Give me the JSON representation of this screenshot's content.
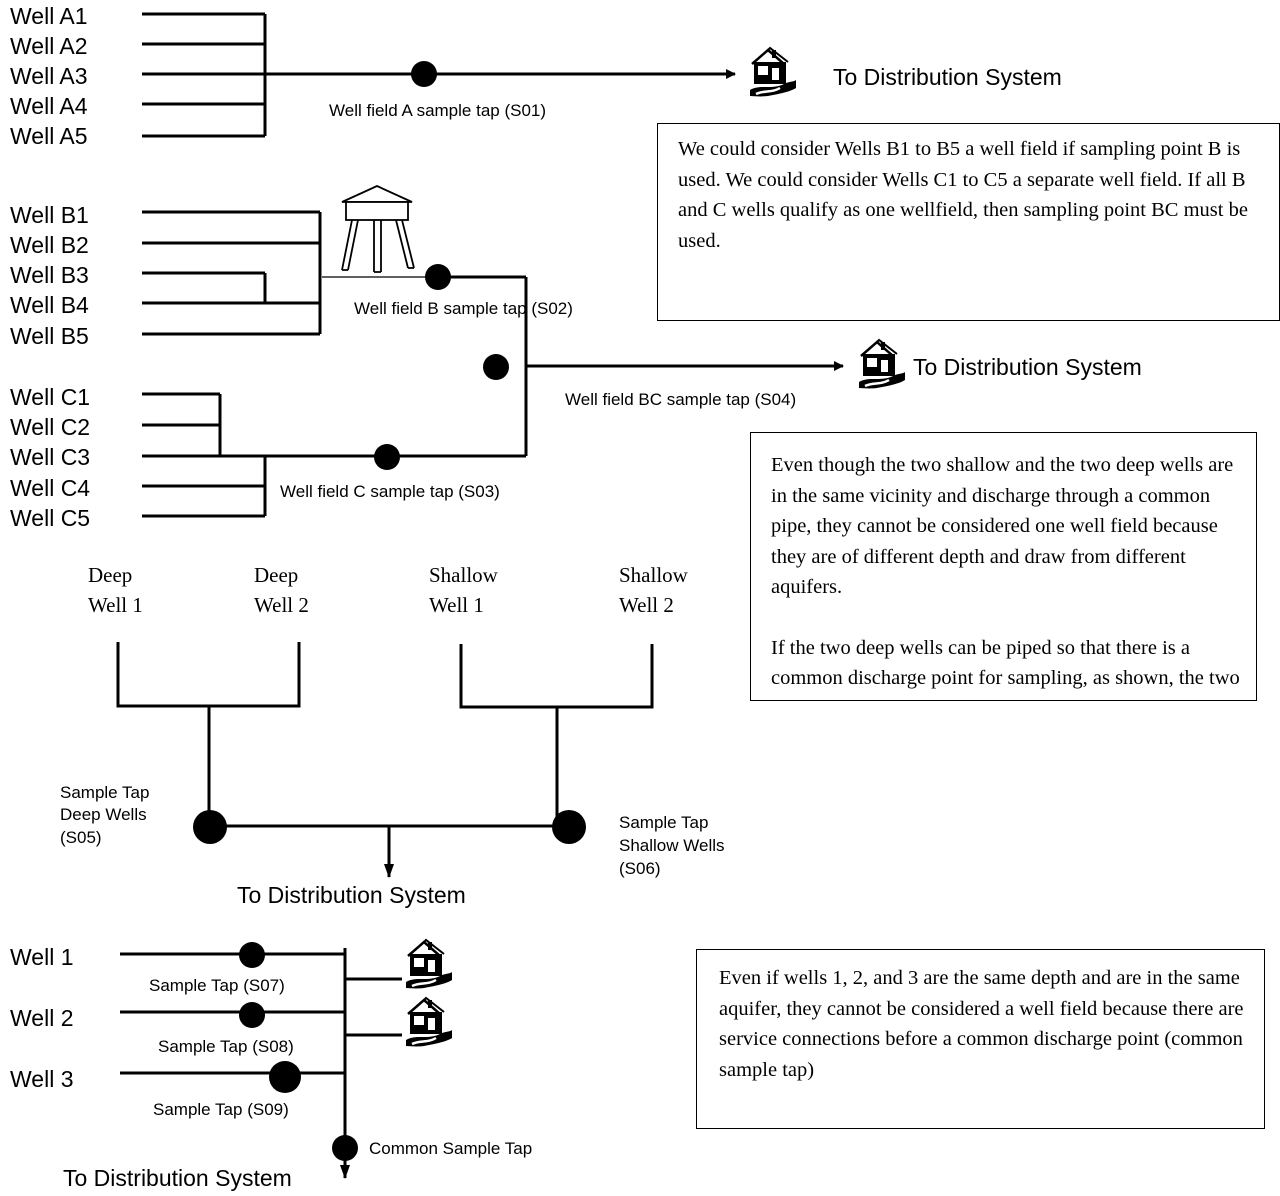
{
  "section_a": {
    "wells": [
      "Well A1",
      "Well A2",
      "Well A3",
      "Well A4",
      "Well A5"
    ],
    "tap_label": "Well field A sample tap (S01)",
    "destination": "To Distribution System"
  },
  "section_bc": {
    "wells_b": [
      "Well B1",
      "Well B2",
      "Well B3",
      "Well B4",
      "Well B5"
    ],
    "wells_c": [
      "Well C1",
      "Well C2",
      "Well C3",
      "Well C4",
      "Well C5"
    ],
    "tap_b_label": "Well field B sample tap (S02)",
    "tap_c_label": "Well field C sample tap (S03)",
    "tap_bc_label": "Well field BC sample tap (S04)",
    "destination": "To Distribution System",
    "note": "We could consider Wells B1 to B5 a well field if sampling point B is used. We could consider Wells C1 to C5 a separate well field. If all B and C wells qualify as one wellfield, then sampling point BC must be used."
  },
  "section_depth": {
    "deep_well_1": [
      "Deep",
      "Well 1"
    ],
    "deep_well_2": [
      "Deep",
      "Well 2"
    ],
    "shallow_well_1": [
      "Shallow",
      "Well 1"
    ],
    "shallow_well_2": [
      "Shallow",
      "Well 2"
    ],
    "tap_deep_label": [
      "Sample Tap",
      "Deep Wells",
      "(S05)"
    ],
    "tap_shallow_label": [
      "Sample Tap",
      "Shallow Wells",
      "(S06)"
    ],
    "destination": "To Distribution System",
    "note_p1": "Even though the two shallow and the two deep wells are in the same vicinity and discharge through a common pipe, they cannot be considered one well field because they are of different depth and draw from different aquifers.",
    "note_p2": "If the two deep wells can be piped so that there is a common discharge point for sampling, as shown, the two deep wells could be considered a well field. The same rule would apply to the two shallow wells."
  },
  "section_service": {
    "wells": [
      "Well 1",
      "Well 2",
      "Well 3"
    ],
    "tap_labels": [
      "Sample Tap (S07)",
      "Sample Tap (S08)",
      "Sample Tap (S09)"
    ],
    "common_tap_label": "Common Sample Tap",
    "destination": "To Distribution System",
    "note": "Even if wells 1, 2, and 3 are the same depth and are in the same aquifer, they cannot be considered a well field because there are service connections before a common discharge point (common sample tap)"
  },
  "icons": [
    "house-icon",
    "water-tower-icon"
  ]
}
